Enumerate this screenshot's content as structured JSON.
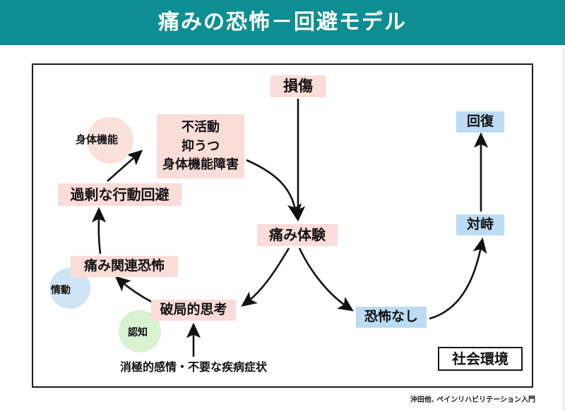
{
  "header": {
    "title": "痛みの恐怖－回避モデル",
    "background_color": "#0d8e92",
    "text_color": "#ffffff"
  },
  "colors": {
    "pink_node": "#fadcd9",
    "blue_node": "#bcdcf4",
    "chip_pink": "#fae0dc",
    "chip_blue": "#cfe4f5",
    "chip_green": "#d9f2d0",
    "frame_border": "#1a1a1a",
    "arrow": "#111111"
  },
  "diagram": {
    "nodes": {
      "injury": "損傷",
      "disuse_line1": "不活動",
      "disuse_line2": "抑うつ",
      "disuse_line3": "身体機能障害",
      "avoidance": "過剰な行動回避",
      "pain_related_fear": "痛み関連恐怖",
      "catastrophic_thinking": "破局的思考",
      "negative_affect": "消極的感情・不要な疾病症状",
      "pain_experience": "痛み体験",
      "no_fear": "恐怖なし",
      "confrontation": "対峙",
      "recovery": "回復",
      "social_environment": "社会環境"
    },
    "chips": {
      "physical_function": "身体機能",
      "emotion": "情動",
      "cognition": "認知"
    },
    "edges": [
      {
        "from": "損傷",
        "to": "痛み体験",
        "style": "straight-down"
      },
      {
        "from": "不活動/抑うつ/身体機能障害",
        "to": "痛み体験",
        "style": "curve"
      },
      {
        "from": "痛み体験",
        "to": "破局的思考",
        "style": "curve"
      },
      {
        "from": "痛み体験",
        "to": "恐怖なし",
        "style": "curve"
      },
      {
        "from": "破局的思考",
        "to": "痛み関連恐怖",
        "style": "curve"
      },
      {
        "from": "痛み関連恐怖",
        "to": "過剰な行動回避",
        "style": "straight-up"
      },
      {
        "from": "過剰な行動回避",
        "to": "不活動/抑うつ/身体機能障害",
        "style": "diagonal-up"
      },
      {
        "from": "消極的感情・不要な疾病症状",
        "to": "破局的思考",
        "style": "straight-up"
      },
      {
        "from": "恐怖なし",
        "to": "対峙",
        "style": "curve-up"
      },
      {
        "from": "対峙",
        "to": "回復",
        "style": "straight-up"
      }
    ]
  },
  "citation": "沖田他. ペインリハビリテーション入門"
}
